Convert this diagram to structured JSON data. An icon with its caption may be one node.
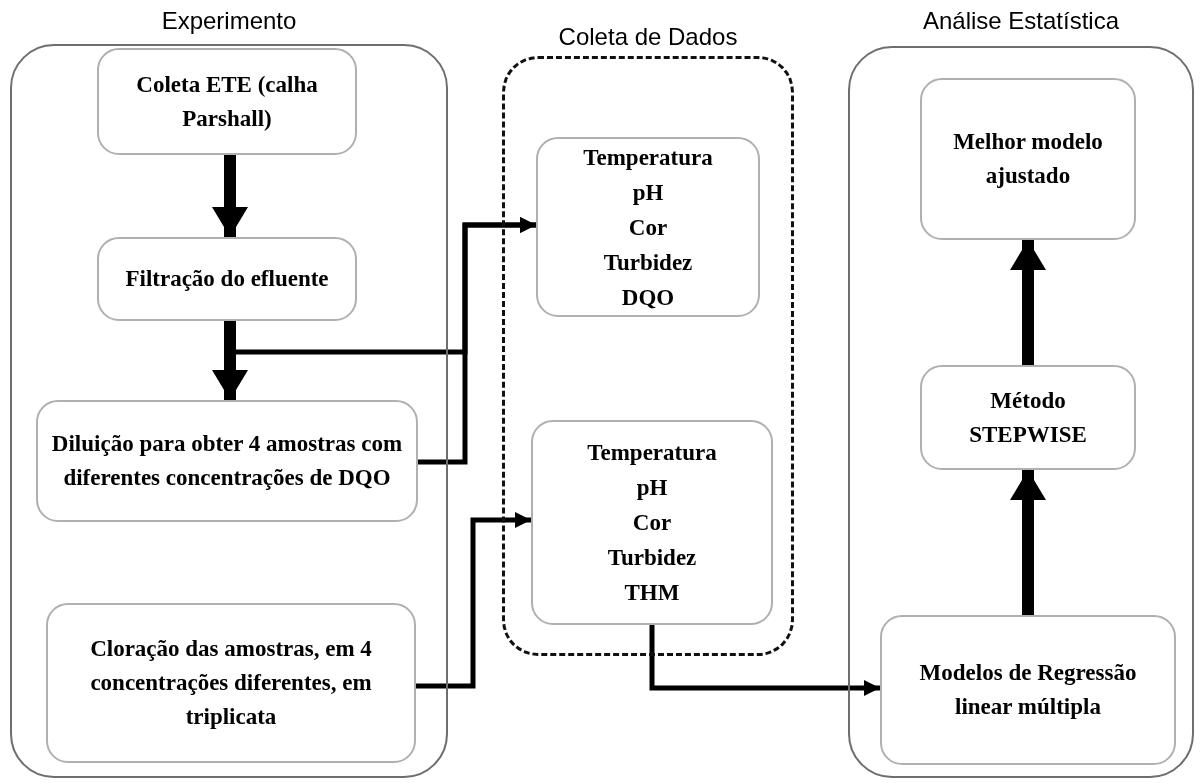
{
  "diagram": {
    "nodes": [
      {
        "text": [
          "Experimento"
        ]
      },
      {
        "text": [
          "Coleta ETE (calha Parshall)"
        ],
        "in": 0
      },
      {
        "text": [
          "Filtração do efluente"
        ],
        "in": 0
      },
      {
        "text": [
          "Diluição para obter 4 amostras com diferentes concentrações de DQO"
        ],
        "in": 0
      },
      {
        "text": [
          "Cloração das amostras, em 4 concentrações diferentes, em triplicata"
        ],
        "in": 0
      },
      {
        "text": [
          "Coleta de Dados"
        ]
      },
      {
        "text": [
          "Temperatura",
          "pH",
          "Cor",
          "Turbidez",
          "DQO"
        ],
        "in": 5
      },
      {
        "text": [
          "Temperatura",
          "pH",
          "Cor",
          "Turbidez",
          "THM"
        ],
        "in": 5
      },
      {
        "text": [
          "Análise Estatística"
        ]
      },
      {
        "text": [
          "Melhor modelo ajustado"
        ],
        "in": 8
      },
      {
        "text": [
          "Método STEPWISE"
        ],
        "in": 8
      },
      {
        "text": [
          "Modelos de Regressão linear múltipla"
        ],
        "in": 8
      }
    ],
    "edges": [
      {
        "from": 1,
        "to": 2,
        "arrow": "to",
        "style": "thick"
      },
      {
        "from": 2,
        "to": 3,
        "arrow": "to",
        "style": "thick"
      },
      {
        "from": 2,
        "to": 6,
        "arrow": "to"
      },
      {
        "from": 3,
        "to": 6,
        "arrow": "to"
      },
      {
        "from": 4,
        "to": 7,
        "arrow": "to"
      },
      {
        "from": 7,
        "to": 11,
        "arrow": "to"
      },
      {
        "from": 11,
        "to": 10,
        "arrow": "to",
        "style": "thick"
      },
      {
        "from": 10,
        "to": 9,
        "arrow": "to",
        "style": "thick"
      }
    ]
  }
}
